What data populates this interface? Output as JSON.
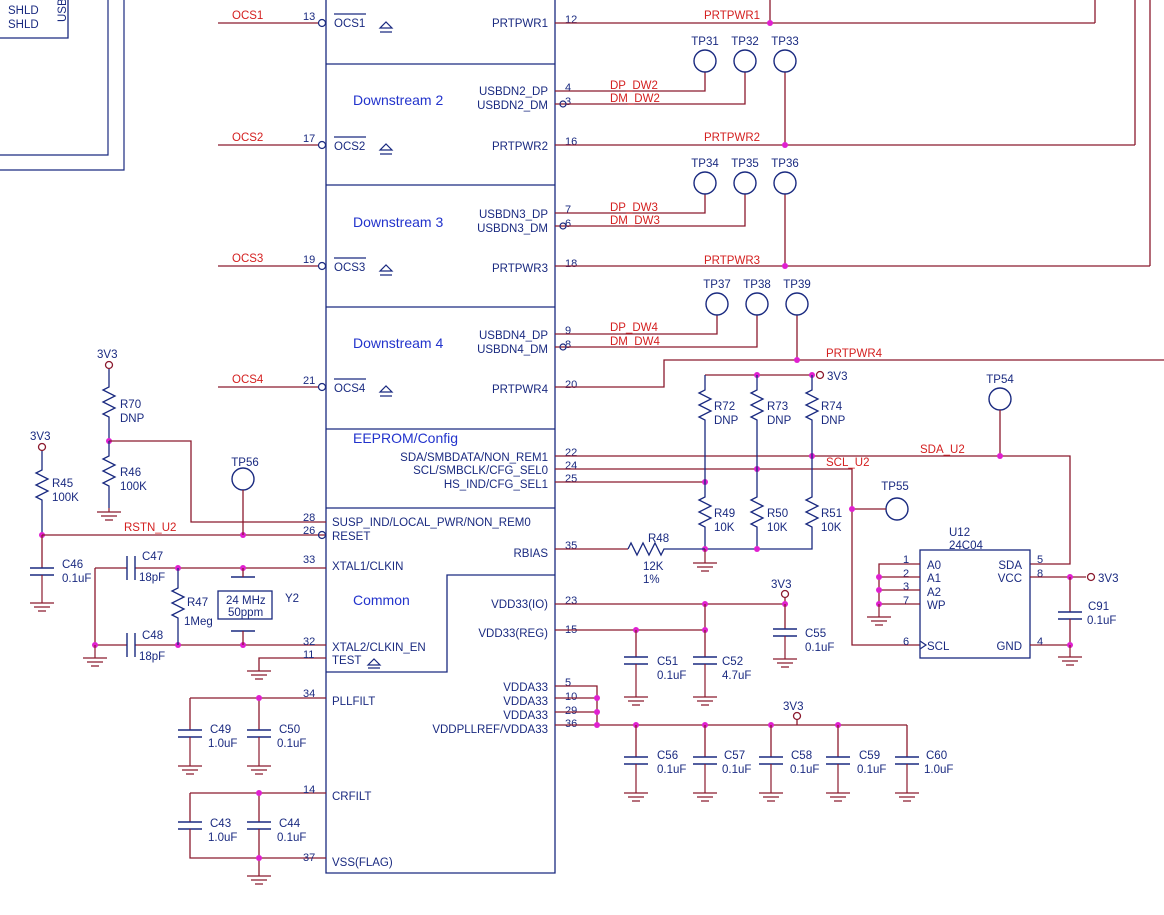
{
  "hub": {
    "sections": [
      "Downstream 2",
      "Downstream 3",
      "Downstream 4",
      "EEPROM/Config",
      "Common"
    ],
    "left_pins": [
      {
        "num": "13",
        "name": "OCS1",
        "net": "OCS1"
      },
      {
        "num": "17",
        "name": "OCS2",
        "net": "OCS2"
      },
      {
        "num": "19",
        "name": "OCS3",
        "net": "OCS3"
      },
      {
        "num": "21",
        "name": "OCS4",
        "net": "OCS4"
      },
      {
        "num": "28",
        "name": "SUSP_IND/LOCAL_PWR/NON_REM0"
      },
      {
        "num": "26",
        "name": "RESET"
      },
      {
        "num": "33",
        "name": "XTAL1/CLKIN"
      },
      {
        "num": "32",
        "name": "XTAL2/CLKIN_EN"
      },
      {
        "num": "11",
        "name": "TEST"
      },
      {
        "num": "34",
        "name": "PLLFILT"
      },
      {
        "num": "14",
        "name": "CRFILT"
      },
      {
        "num": "37",
        "name": "VSS(FLAG)"
      }
    ],
    "right_pins": [
      {
        "num": "12",
        "name": "PRTPWR1"
      },
      {
        "num": "4",
        "name": "USBDN2_DP"
      },
      {
        "num": "3",
        "name": "USBDN2_DM"
      },
      {
        "num": "16",
        "name": "PRTPWR2"
      },
      {
        "num": "7",
        "name": "USBDN3_DP"
      },
      {
        "num": "6",
        "name": "USBDN3_DM"
      },
      {
        "num": "18",
        "name": "PRTPWR3"
      },
      {
        "num": "9",
        "name": "USBDN4_DP"
      },
      {
        "num": "8",
        "name": "USBDN4_DM"
      },
      {
        "num": "20",
        "name": "PRTPWR4"
      },
      {
        "num": "22",
        "name": "SDA/SMBDATA/NON_REM1"
      },
      {
        "num": "24",
        "name": "SCL/SMBCLK/CFG_SEL0"
      },
      {
        "num": "25",
        "name": "HS_IND/CFG_SEL1"
      },
      {
        "num": "35",
        "name": "RBIAS"
      },
      {
        "num": "23",
        "name": "VDD33(IO)"
      },
      {
        "num": "15",
        "name": "VDD33(REG)"
      },
      {
        "num": "5",
        "name": "VDDA33"
      },
      {
        "num": "10",
        "name": "VDDA33"
      },
      {
        "num": "29",
        "name": "VDDA33"
      },
      {
        "num": "36",
        "name": "VDDPLLREF/VDDA33"
      }
    ]
  },
  "nets": {
    "prtpwr1": "PRTPWR1",
    "prtpwr2": "PRTPWR2",
    "prtpwr3": "PRTPWR3",
    "prtpwr4": "PRTPWR4",
    "dp_dw2": "DP_DW2",
    "dm_dw2": "DM_DW2",
    "dp_dw3": "DP_DW3",
    "dm_dw3": "DM_DW3",
    "dp_dw4": "DP_DW4",
    "dm_dw4": "DM_DW4",
    "sda_u2": "SDA_U2",
    "scl_u2": "SCL_U2",
    "rstn_u2": "RSTN_U2"
  },
  "power": {
    "v33": "3V3"
  },
  "connector": {
    "shld1": "SHLD",
    "shld2": "SHLD",
    "usb": "USB"
  },
  "testpoints": [
    "TP31",
    "TP32",
    "TP33",
    "TP34",
    "TP35",
    "TP36",
    "TP37",
    "TP38",
    "TP39",
    "TP54",
    "TP55",
    "TP56"
  ],
  "resistors": {
    "r70": {
      "ref": "R70",
      "val": "DNP"
    },
    "r46": {
      "ref": "R46",
      "val": "100K"
    },
    "r45": {
      "ref": "R45",
      "val": "100K"
    },
    "r47": {
      "ref": "R47",
      "val": "1Meg"
    },
    "r72": {
      "ref": "R72",
      "val": "DNP"
    },
    "r73": {
      "ref": "R73",
      "val": "DNP"
    },
    "r74": {
      "ref": "R74",
      "val": "DNP"
    },
    "r49": {
      "ref": "R49",
      "val": "10K"
    },
    "r50": {
      "ref": "R50",
      "val": "10K"
    },
    "r51": {
      "ref": "R51",
      "val": "10K"
    },
    "r48": {
      "ref": "R48",
      "val": "12K",
      "tol": "1%"
    }
  },
  "capacitors": {
    "c46": {
      "ref": "C46",
      "val": "0.1uF"
    },
    "c47": {
      "ref": "C47",
      "val": "18pF"
    },
    "c48": {
      "ref": "C48",
      "val": "18pF"
    },
    "c49": {
      "ref": "C49",
      "val": "1.0uF"
    },
    "c50": {
      "ref": "C50",
      "val": "0.1uF"
    },
    "c43": {
      "ref": "C43",
      "val": "1.0uF"
    },
    "c44": {
      "ref": "C44",
      "val": "0.1uF"
    },
    "c55": {
      "ref": "C55",
      "val": "0.1uF"
    },
    "c51": {
      "ref": "C51",
      "val": "0.1uF"
    },
    "c52": {
      "ref": "C52",
      "val": "4.7uF"
    },
    "c56": {
      "ref": "C56",
      "val": "0.1uF"
    },
    "c57": {
      "ref": "C57",
      "val": "0.1uF"
    },
    "c58": {
      "ref": "C58",
      "val": "0.1uF"
    },
    "c59": {
      "ref": "C59",
      "val": "0.1uF"
    },
    "c60": {
      "ref": "C60",
      "val": "1.0uF"
    },
    "c91": {
      "ref": "C91",
      "val": "0.1uF"
    }
  },
  "crystal": {
    "ref": "Y2",
    "freq": "24 MHz",
    "ppm": "50ppm"
  },
  "eeprom": {
    "ref": "U12",
    "part": "24C04",
    "pins": [
      {
        "num": "1",
        "name": "A0"
      },
      {
        "num": "2",
        "name": "A1"
      },
      {
        "num": "3",
        "name": "A2"
      },
      {
        "num": "7",
        "name": "WP"
      },
      {
        "num": "6",
        "name": "SCL"
      },
      {
        "num": "5",
        "name": "SDA"
      },
      {
        "num": "8",
        "name": "VCC"
      },
      {
        "num": "4",
        "name": "GND"
      }
    ]
  }
}
